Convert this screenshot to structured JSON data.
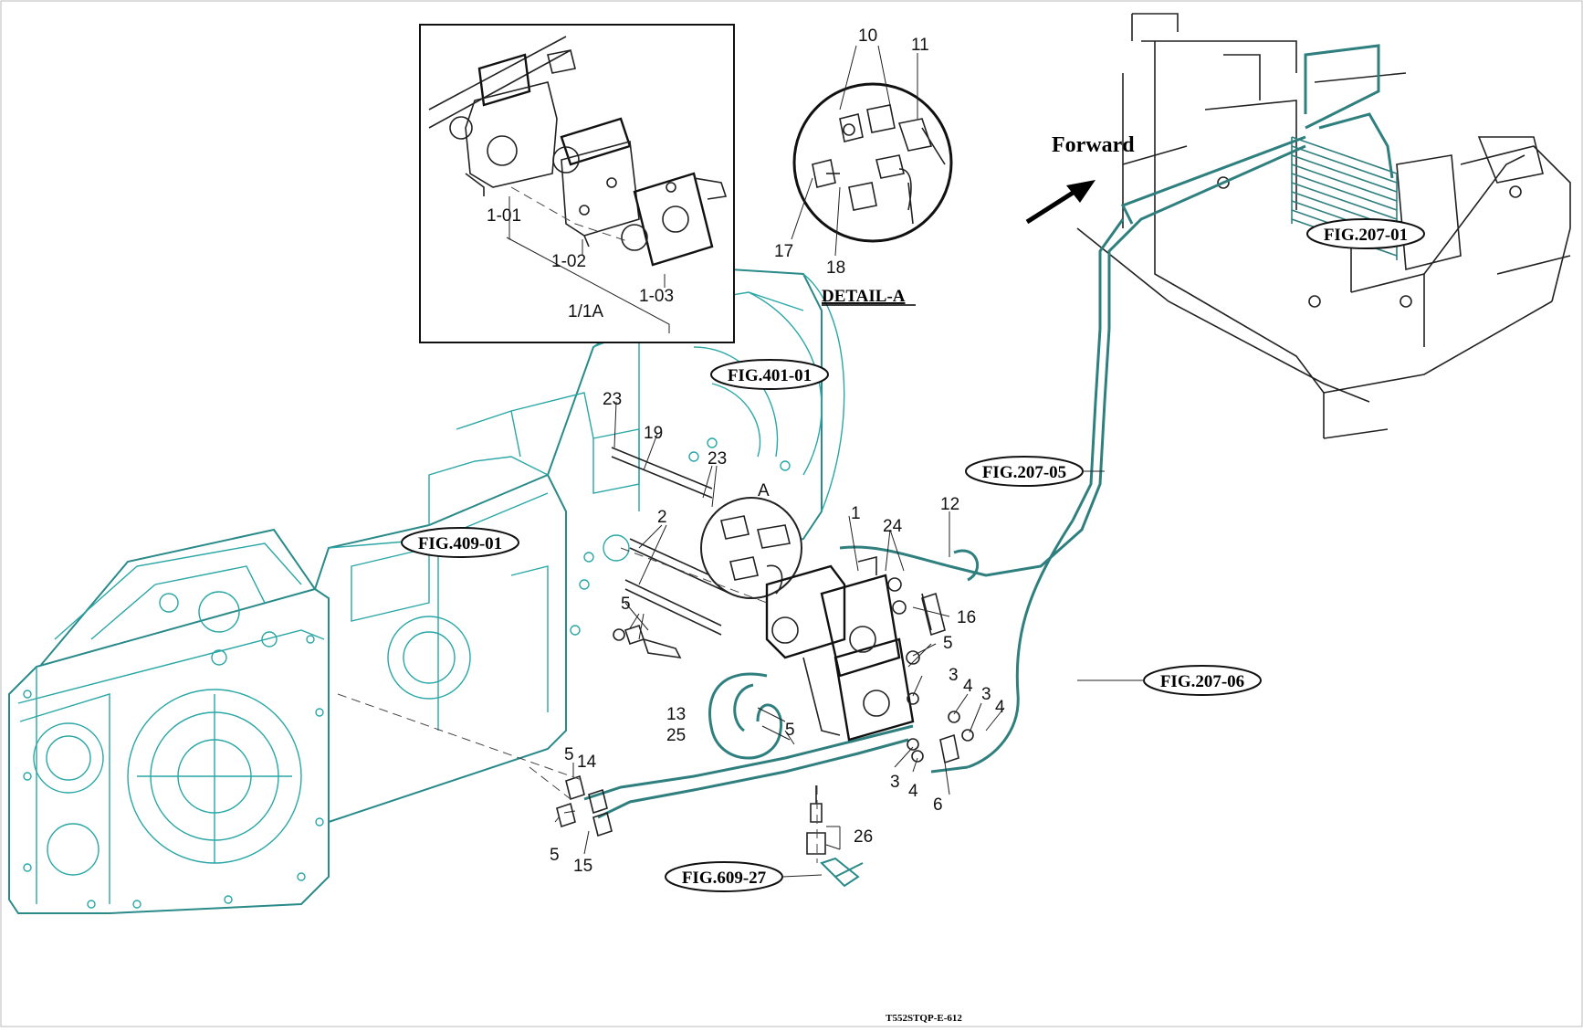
{
  "diagram": {
    "document_code": "T552STQP-E-612",
    "direction_label": "Forward",
    "detail_caption": "DETAIL-A",
    "detail_marker": "A",
    "figure_refs": {
      "fig_207_01": "FIG.207-01",
      "fig_207_05": "FIG.207-05",
      "fig_207_06": "FIG.207-06",
      "fig_401_01": "FIG.401-01",
      "fig_409_01": "FIG.409-01",
      "fig_609_27": "FIG.609-27"
    },
    "inset_labels": {
      "p1_01": "1-01",
      "p1_02": "1-02",
      "p1_03": "1-03",
      "assembly": "1/1A"
    },
    "detail_callouts": {
      "c10": "10",
      "c11": "11",
      "c17": "17",
      "c18": "18"
    },
    "callouts": {
      "c1": "1",
      "c2": "2",
      "c3a": "3",
      "c3b": "3",
      "c3c": "3",
      "c4a": "4",
      "c4b": "4",
      "c4c": "4",
      "c5a": "5",
      "c5b": "5",
      "c5c": "5",
      "c5d": "5",
      "c5e": "5",
      "c6": "6",
      "c12": "12",
      "c13": "13",
      "c14": "14",
      "c15": "15",
      "c16": "16",
      "c19": "19",
      "c23a": "23",
      "c23b": "23",
      "c24": "24",
      "c25": "25",
      "c26": "26"
    }
  }
}
